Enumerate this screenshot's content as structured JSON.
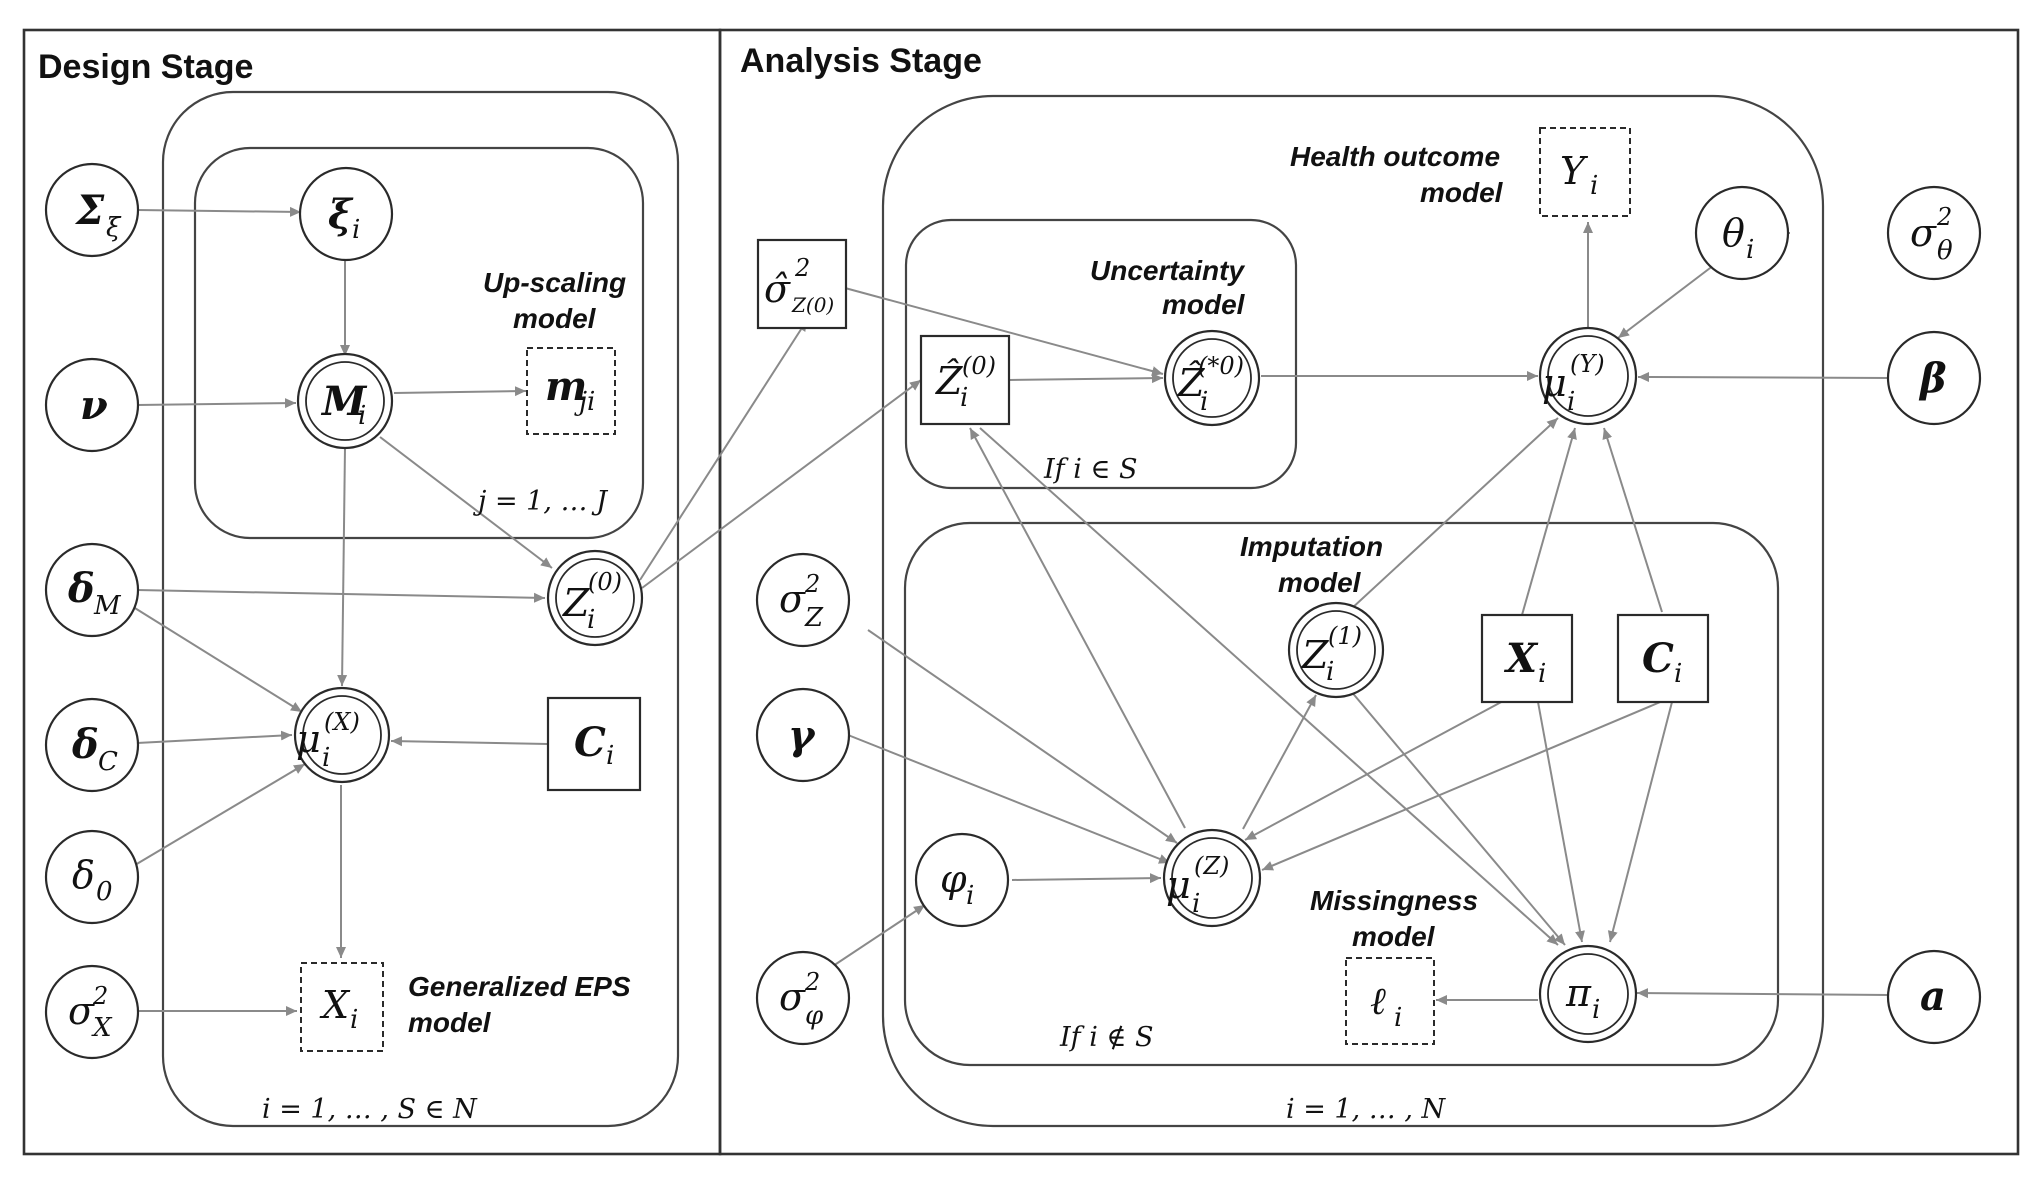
{
  "stages": {
    "design": "Design Stage",
    "analysis": "Analysis Stage"
  },
  "model_labels": {
    "upscaling": [
      "Up-scaling",
      "model"
    ],
    "generalized_eps": [
      "Generalized EPS",
      "model"
    ],
    "uncertainty": [
      "Uncertainty",
      "model"
    ],
    "health_outcome": [
      "Health outcome",
      "model"
    ],
    "imputation": [
      "Imputation",
      "model"
    ],
    "missingness": [
      "Missingness",
      "model"
    ]
  },
  "plate_labels": {
    "j_plate": "j = 1, … J",
    "design_i_plate": "i = 1, … , S ∈ N",
    "if_in_s": "If i ∈ S",
    "if_not_in_s": "If i ∉ S",
    "analysis_i_plate": "i = 1, … , N"
  },
  "nodes": {
    "sigma_xi": {
      "base": "Σ",
      "sub": "ξ"
    },
    "xi_i": {
      "base": "ξ",
      "sub": "i"
    },
    "nu": {
      "base": "ν"
    },
    "M_i": {
      "base": "M",
      "sub": "i"
    },
    "m_ji": {
      "base": "m",
      "sub": "ji"
    },
    "delta_M": {
      "base": "δ",
      "sub": "M"
    },
    "Z_i0": {
      "base": "Z",
      "sub": "i",
      "sup": "(0)"
    },
    "delta_C": {
      "base": "δ",
      "sub": "C"
    },
    "mu_X": {
      "base": "μ",
      "sub": "i",
      "sup": "(X)"
    },
    "C_i_design": {
      "base": "C",
      "sub": "i"
    },
    "delta_0": {
      "base": "δ",
      "sub": "0"
    },
    "sigma2_X": {
      "base": "σ",
      "sub": "X",
      "sup": "2"
    },
    "X_i_design": {
      "base": "X",
      "sub": "i"
    },
    "sigmahat2_Z0": {
      "base": "σ̂",
      "sub": "Z(0)",
      "sup": "2"
    },
    "Zhat_i0": {
      "base": "Ẑ",
      "sub": "i",
      "sup": "(0)"
    },
    "Zhat_star0": {
      "base": "Ẑ",
      "sub": "i",
      "sup": "(*0)"
    },
    "Y_i": {
      "base": "Y",
      "sub": "i"
    },
    "theta_i": {
      "base": "θ",
      "sub": "i"
    },
    "sigma2_theta": {
      "base": "σ",
      "sub": "θ",
      "sup": "2"
    },
    "mu_Y": {
      "base": "μ",
      "sub": "i",
      "sup": "(Y)"
    },
    "beta": {
      "base": "β"
    },
    "sigma2_Z": {
      "base": "σ",
      "sub": "Z",
      "sup": "2"
    },
    "Z_i1": {
      "base": "Z",
      "sub": "i",
      "sup": "(1)"
    },
    "X_i_analysis": {
      "base": "X",
      "sub": "i"
    },
    "C_i_analysis": {
      "base": "C",
      "sub": "i"
    },
    "gamma": {
      "base": "γ"
    },
    "phi_i": {
      "base": "φ",
      "sub": "i"
    },
    "mu_Z": {
      "base": "μ",
      "sub": "i",
      "sup": "(Z)"
    },
    "sigma2_phi": {
      "base": "σ",
      "sub": "φ",
      "sup": "2"
    },
    "l_i": {
      "base": "ℓ",
      "sub": "i"
    },
    "pi_i": {
      "base": "π",
      "sub": "i"
    },
    "a": {
      "base": "a"
    }
  }
}
